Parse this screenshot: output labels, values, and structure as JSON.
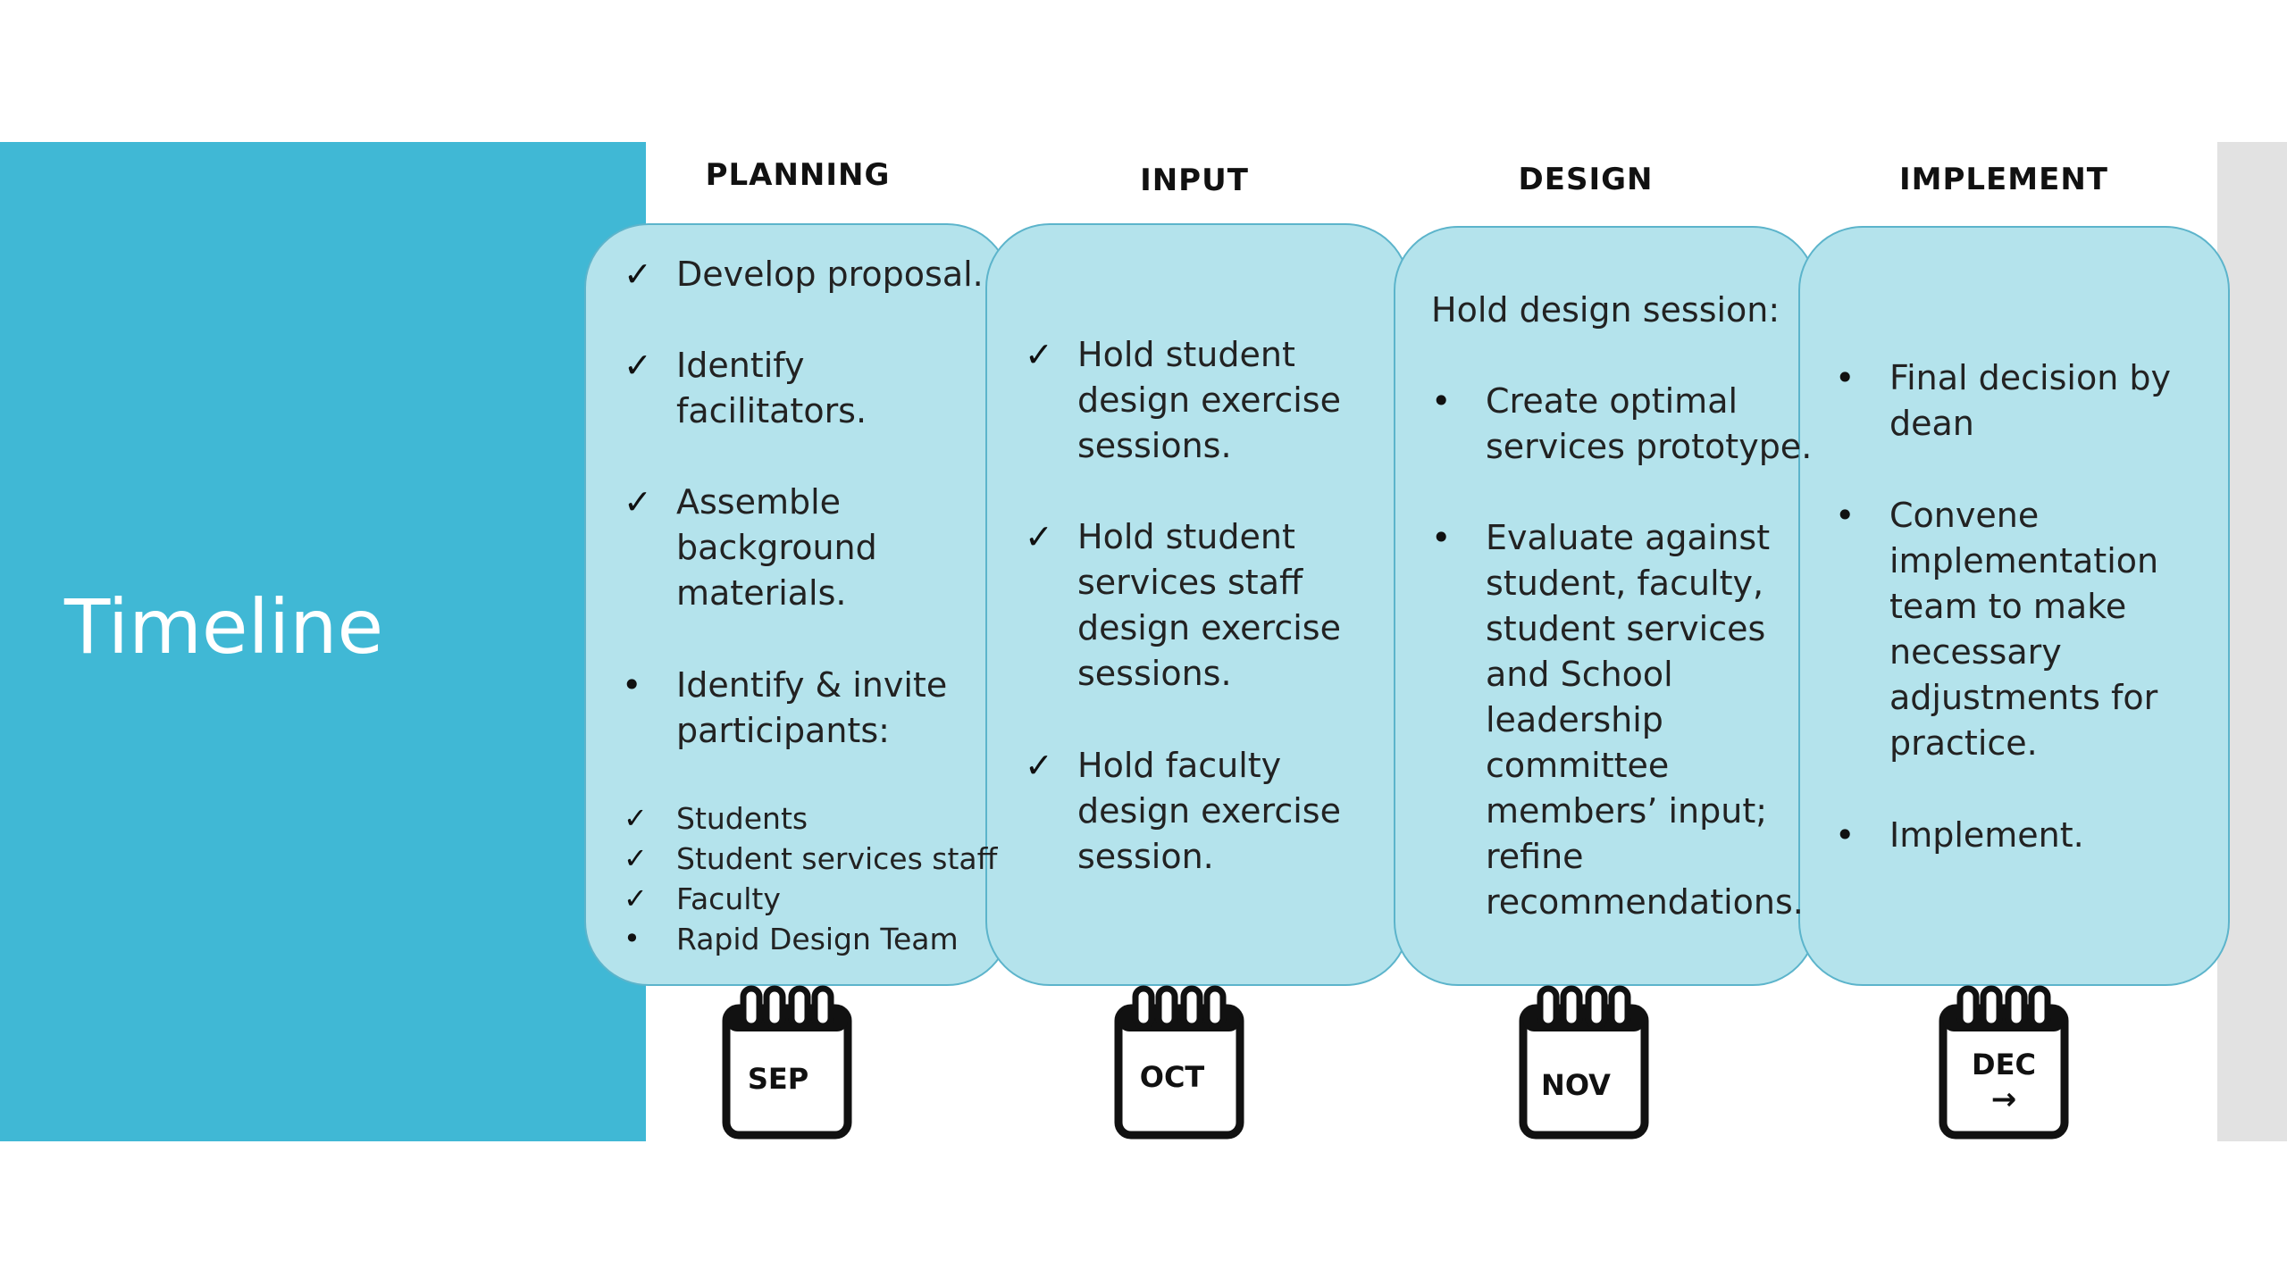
{
  "slide": {
    "title": "Timeline"
  },
  "colors": {
    "panel": "#40b8d5",
    "box_fill": "#b4e3ec",
    "box_border": "#5cb4cb",
    "strip": "#e2e2e2"
  },
  "phases": [
    {
      "header": "PLANNING",
      "month": "SEP",
      "lines": {
        "develop": "Develop proposal.",
        "identify_1": "Identify",
        "identify_2": "facilitators.",
        "assemble_1": "Assemble",
        "assemble_2": "background",
        "assemble_3": "materials.",
        "invite_1": "Identify & invite",
        "invite_2": "participants:",
        "students": "Students",
        "staff": "Student services staff",
        "faculty": "Faculty",
        "rdt": "Rapid Design Team"
      }
    },
    {
      "header": "INPUT",
      "month": "OCT",
      "lines": {
        "a1": "Hold student",
        "a2": "design exercise",
        "a3": "sessions.",
        "b1": "Hold student",
        "b2": "services staff",
        "b3": "design exercise",
        "b4": "sessions.",
        "c1": "Hold faculty",
        "c2": "design exercise",
        "c3": "session."
      }
    },
    {
      "header": "DESIGN",
      "month": "NOV",
      "lines": {
        "intro": "Hold design session:",
        "a1": "Create optimal",
        "a2": "services prototype.",
        "b1": "Evaluate against",
        "b2": "student, faculty,",
        "b3": "student services",
        "b4": "and School",
        "b5": "leadership",
        "b6": "committee",
        "b7": "members’ input;",
        "b8": "refine",
        "b9": "recommendations."
      }
    },
    {
      "header": "IMPLEMENT",
      "month": "DEC",
      "arrow": "→",
      "lines": {
        "a1": "Final decision by",
        "a2": "dean",
        "b1": "Convene",
        "b2": "implementation",
        "b3": "team to make",
        "b4": "necessary",
        "b5": "adjustments for",
        "b6": "practice.",
        "c1": "Implement."
      }
    }
  ],
  "marks": {
    "check": "✓",
    "bullet": "•"
  }
}
